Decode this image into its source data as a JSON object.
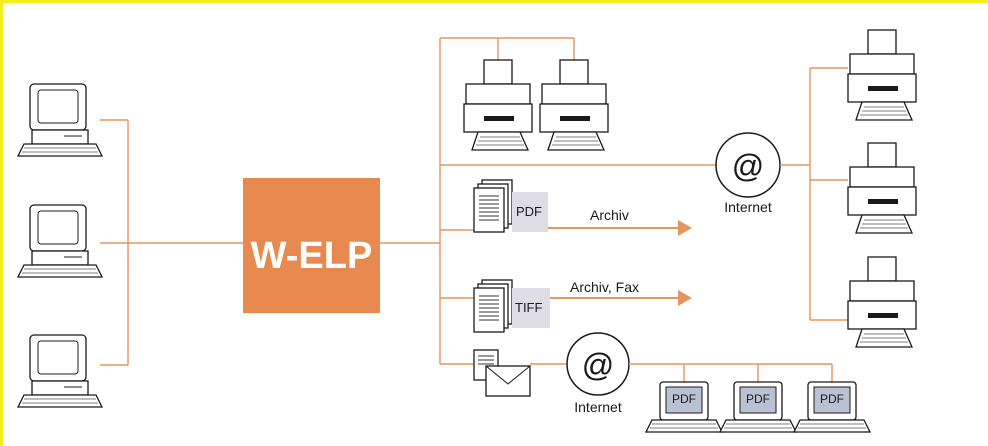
{
  "diagram": {
    "central_box": {
      "label": "W-ELP",
      "color": "#e8894f"
    },
    "connector_color": "#e39560",
    "frame_color": "#f3ef1e",
    "outputs": {
      "pdf": {
        "tag": "PDF",
        "arrow_label": "Archiv"
      },
      "tiff": {
        "tag": "TIFF",
        "arrow_label": "Archiv, Fax"
      }
    },
    "internet_top": {
      "symbol": "@",
      "label": "Internet"
    },
    "internet_bottom": {
      "symbol": "@",
      "label": "Internet"
    },
    "receivers": [
      {
        "screen": "PDF"
      },
      {
        "screen": "PDF"
      },
      {
        "screen": "PDF"
      }
    ]
  }
}
